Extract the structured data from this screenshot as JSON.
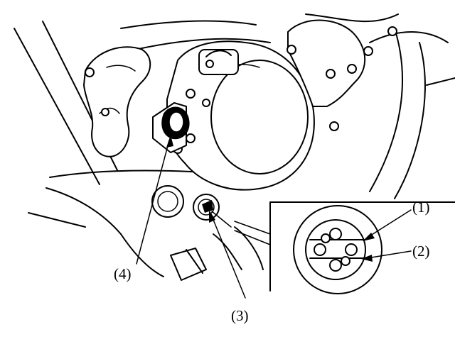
{
  "figure": {
    "callouts": {
      "c1": "(1)",
      "c2": "(2)",
      "c3": "(3)",
      "c4": "(4)"
    }
  }
}
